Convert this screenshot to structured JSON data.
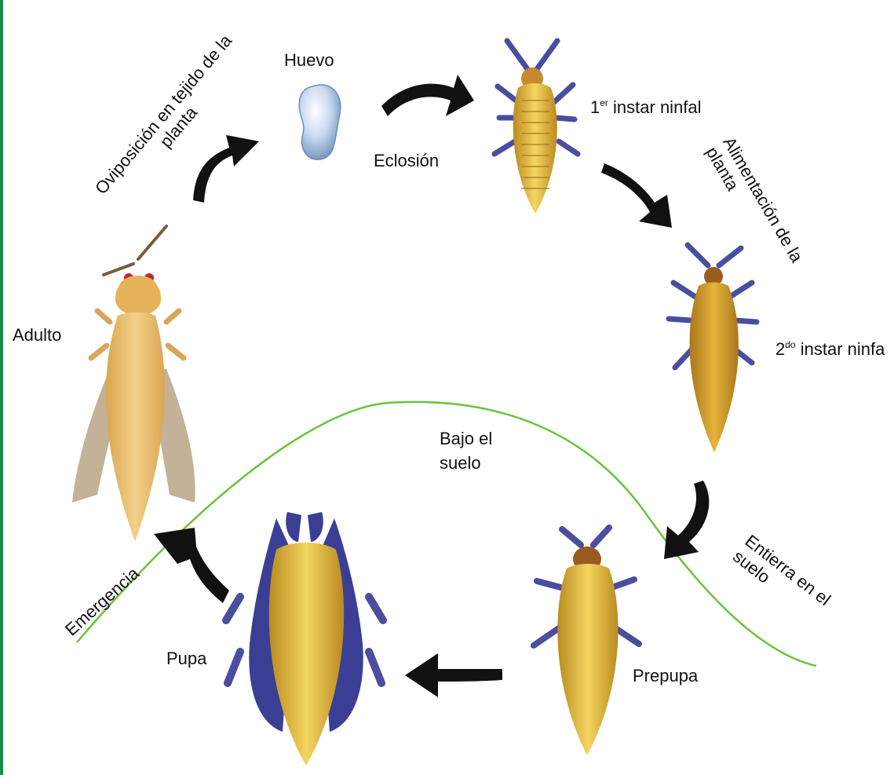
{
  "colors": {
    "left_border": "#1a8a4a",
    "ground_line": "#6cc23a",
    "arrow": "#111111",
    "body_yellow": "#e9c23a",
    "body_amber": "#d9a52a",
    "leg_blue": "#4b4e9e",
    "egg": "#b8cde6"
  },
  "labels": {
    "huevo": "Huevo",
    "eclosion": "Eclosión",
    "instar1_num": "1",
    "instar1_sup": "er",
    "instar1_text": " instar ninfal",
    "alimentacion_1": "Alimentación de la",
    "alimentacion_2": "planta",
    "instar2_num": "2",
    "instar2_sup": "do",
    "instar2_text": " instar ninfa",
    "bajo_1": "Bajo el",
    "bajo_2": "suelo",
    "entierra_1": "Entierra en el",
    "entierra_2": "suelo",
    "prepupa": "Prepupa",
    "pupa": "Pupa",
    "emergencia": "Emergencia",
    "adulto": "Adulto",
    "oviposicion_1": "Oviposición en tejido de la",
    "oviposicion_2": "planta"
  }
}
